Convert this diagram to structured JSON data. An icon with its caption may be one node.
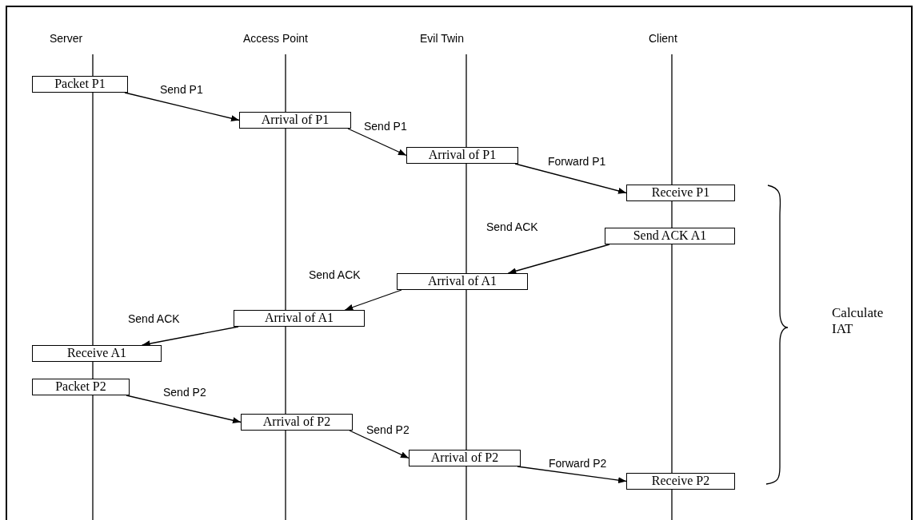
{
  "diagram": {
    "nodes": [
      {
        "text": [
          "Packet P1"
        ]
      },
      {
        "text": [
          "Arrival of P1"
        ]
      },
      {
        "text": [
          "Arrival of P1"
        ]
      },
      {
        "text": [
          "Receive P1"
        ]
      },
      {
        "text": [
          "Send ACK A1"
        ]
      },
      {
        "text": [
          "Arrival of A1"
        ]
      },
      {
        "text": [
          "Arrival of A1"
        ]
      },
      {
        "text": [
          "Receive A1"
        ]
      },
      {
        "text": [
          "Packet P2"
        ]
      },
      {
        "text": [
          "Arrival of P2"
        ]
      },
      {
        "text": [
          "Arrival of P2"
        ]
      },
      {
        "text": [
          "Receive P2"
        ]
      }
    ],
    "edges": [
      {
        "from": 0,
        "to": 1,
        "arrow": "to",
        "label": "Send P1"
      },
      {
        "from": 1,
        "to": 2,
        "arrow": "to",
        "label": "Send P1"
      },
      {
        "from": 2,
        "to": 3,
        "arrow": "to",
        "label": "Forward P1"
      },
      {
        "from": 4,
        "to": 5,
        "arrow": "to",
        "label": "Send ACK"
      },
      {
        "from": 5,
        "to": 6,
        "arrow": "to",
        "label": "Send ACK"
      },
      {
        "from": 6,
        "to": 7,
        "arrow": "to",
        "label": "Send ACK"
      },
      {
        "from": 8,
        "to": 9,
        "arrow": "to",
        "label": "Send P2"
      },
      {
        "from": 9,
        "to": 10,
        "arrow": "to",
        "label": "Send P2"
      },
      {
        "from": 10,
        "to": 11,
        "arrow": "to",
        "label": "Forward P2"
      }
    ],
    "labels": [
      "Server",
      "Access Point",
      "Evil Twin",
      "Client",
      "Calculate IAT"
    ]
  }
}
